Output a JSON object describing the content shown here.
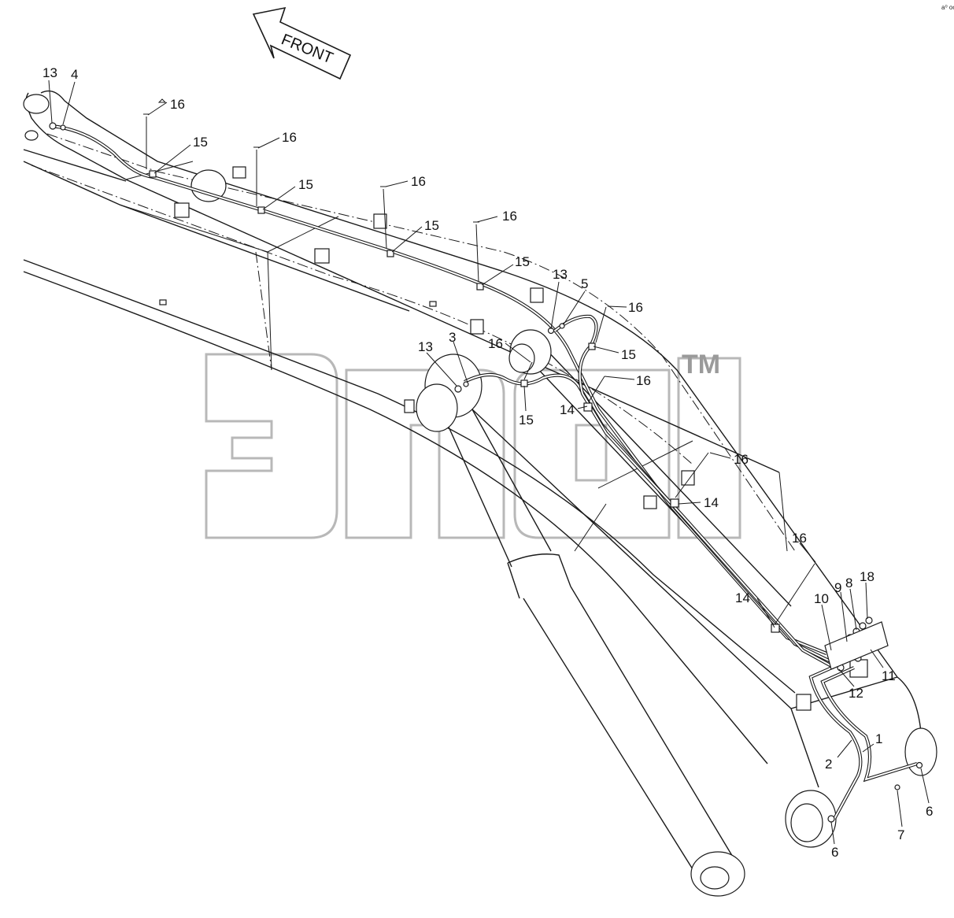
{
  "figure": {
    "front_label": "FRONT",
    "watermark_tm": "TM",
    "corner_mark": "a⁰ ooo",
    "colors": {
      "line": "#1a1a1a",
      "watermark": "#b8b8b8",
      "background": "#ffffff"
    }
  },
  "callouts": {
    "c13a": "13",
    "c4": "4",
    "c16a": "16",
    "c16b": "16",
    "c16c": "16",
    "c16d": "16",
    "c15a": "15",
    "c15b": "15",
    "c15c": "15",
    "c15d": "15",
    "c13b": "13",
    "c5": "5",
    "c16e": "16",
    "c15e": "15",
    "c13c": "13",
    "c3": "3",
    "c16f": "16",
    "c16g": "16",
    "c15f": "15",
    "c14a": "14",
    "c16h": "16",
    "c14b": "14",
    "c16i": "16",
    "c10": "10",
    "c9": "9",
    "c8": "8",
    "c18": "18",
    "c14c": "14",
    "c11": "11",
    "c12": "12",
    "c1": "1",
    "c2": "2",
    "c6a": "6",
    "c7": "7",
    "c6b": "6"
  }
}
